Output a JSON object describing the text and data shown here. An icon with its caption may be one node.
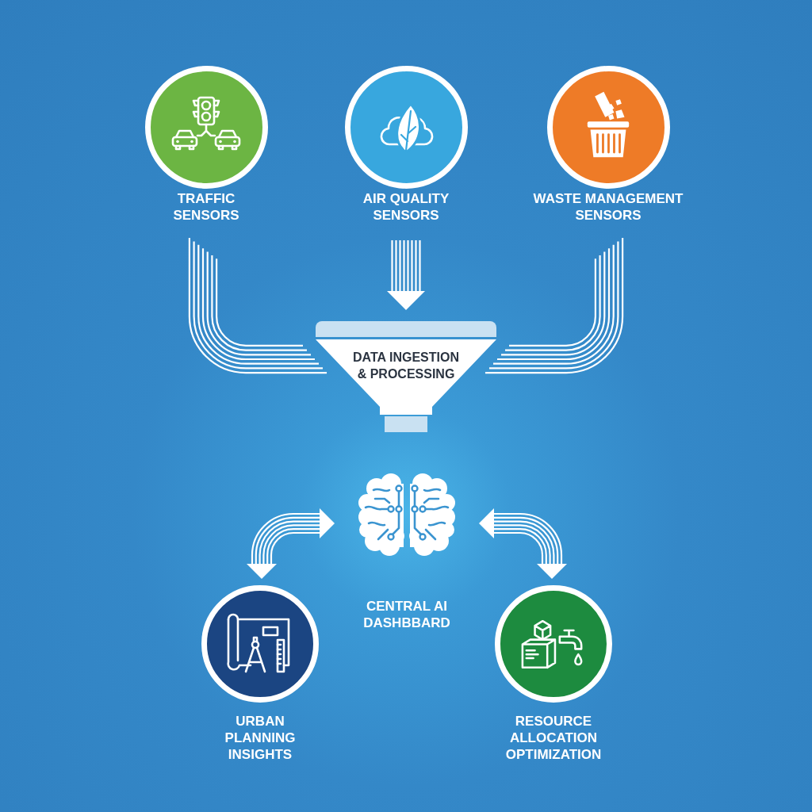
{
  "diagram": {
    "nodes": [
      {
        "text": [
          "TRAFFIC SENSORS"
        ]
      },
      {
        "text": [
          "AIR QUALITY SENSORS"
        ]
      },
      {
        "text": [
          "WASTE MANAGEMENT SENSORS"
        ]
      },
      {
        "text": [
          "DATA INGESTION & PROCESSING"
        ]
      },
      {
        "text": [
          "CENTRAL AI DASHBBARD"
        ]
      },
      {
        "text": [
          "URBAN PLANNING INSIGHTS"
        ]
      },
      {
        "text": [
          "RESOURCE ALLOCATION OPTIMIZATION"
        ]
      }
    ],
    "edges": [
      {
        "from": 0,
        "to": 3,
        "arrow": "none"
      },
      {
        "from": 1,
        "to": 3,
        "arrow": "to"
      },
      {
        "from": 2,
        "to": 3,
        "arrow": "none"
      },
      {
        "from": 4,
        "to": 5,
        "arrow": "both"
      },
      {
        "from": 4,
        "to": 6,
        "arrow": "both"
      }
    ]
  }
}
